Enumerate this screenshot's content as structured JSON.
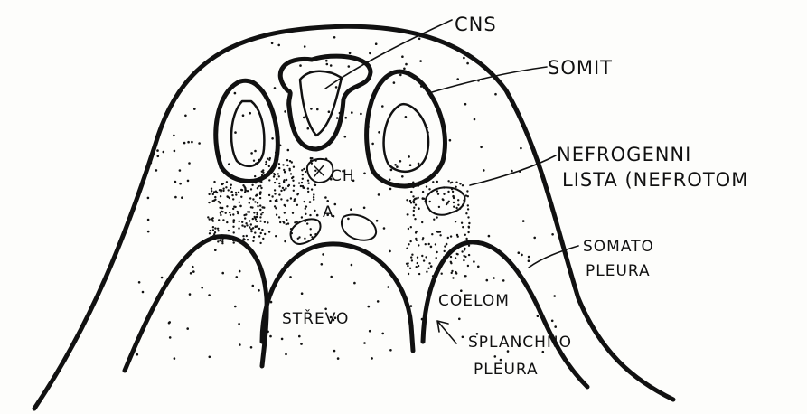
{
  "labels": {
    "cns": "CNS",
    "somit": "SOMIT",
    "nefro_1": "NEFROGENNI",
    "nefro_2": "LISTA (NEFROTOM",
    "somato_1": "SOMATO",
    "somato_2": "PLEURA",
    "ch": "CH",
    "a": "A",
    "strevo": "STŘEVO",
    "coelom": "COELOM",
    "splanchno_1": "SPLANCHNO",
    "splanchno_2": "PLEURA"
  },
  "colors": {
    "ink": "#111111",
    "paper": "#fdfdfb"
  }
}
